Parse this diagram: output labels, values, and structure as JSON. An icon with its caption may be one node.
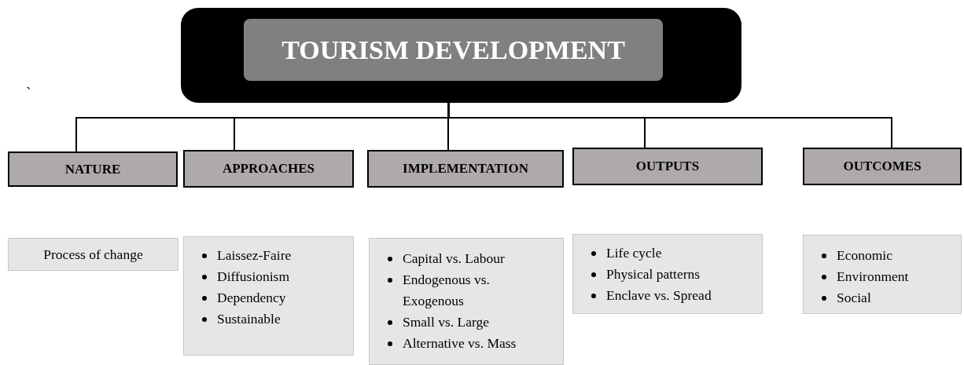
{
  "diagram": {
    "nodes": [
      {
        "text": [],
        "shape": "box"
      },
      {
        "text": [
          "TOURISM DEVELOPMENT"
        ],
        "in": 0
      },
      {
        "text": [
          "NATURE"
        ]
      },
      {
        "text": [
          "APPROACHES"
        ]
      },
      {
        "text": [
          "IMPLEMENTATION"
        ]
      },
      {
        "text": [
          "OUTPUTS"
        ]
      },
      {
        "text": [
          "OUTCOMES"
        ]
      },
      {
        "text": [
          "Process of change"
        ]
      },
      {
        "text": [
          "Laissez-Faire",
          "Diffusionism",
          "Dependency",
          "Sustainable"
        ]
      },
      {
        "text": [
          "Capital vs. Labour",
          "Endogenous vs. Exogenous",
          "Small vs. Large",
          "Alternative vs. Mass"
        ]
      },
      {
        "text": [
          "Life cycle",
          "Physical patterns",
          "Enclave vs. Spread"
        ]
      },
      {
        "text": [
          "Economic",
          "Environment",
          "Social"
        ]
      }
    ],
    "edges": [
      {
        "from": 0,
        "to": 2,
        "arrow": "none"
      },
      {
        "from": 0,
        "to": 3,
        "arrow": "none"
      },
      {
        "from": 0,
        "to": 4,
        "arrow": "none"
      },
      {
        "from": 0,
        "to": 5,
        "arrow": "none"
      },
      {
        "from": 0,
        "to": 6,
        "arrow": "none"
      }
    ],
    "labels": [
      "`"
    ]
  }
}
